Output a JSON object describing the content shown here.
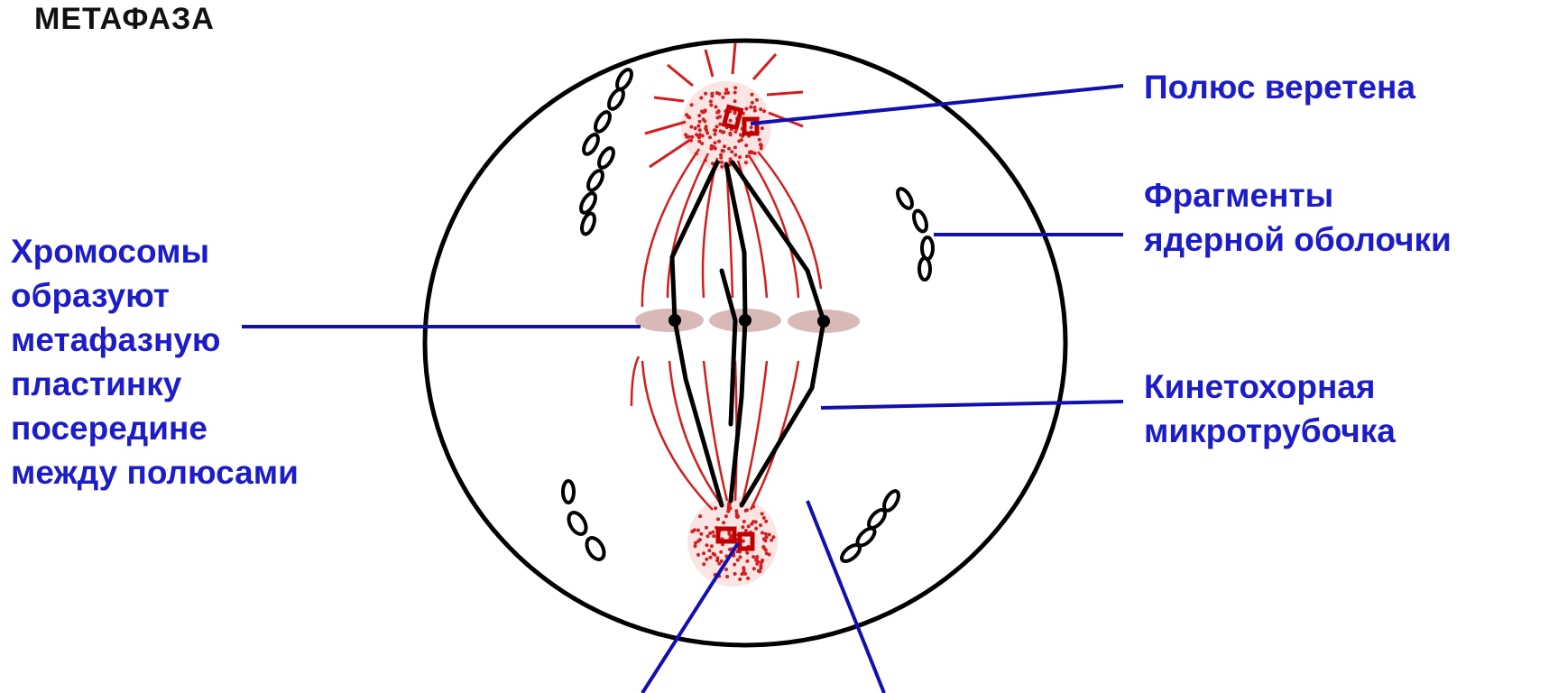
{
  "title": "МЕТАФАЗА",
  "colors": {
    "label_text": "#1c1cc8",
    "pointer_line": "#1010b0",
    "outline": "#000000",
    "spindle": "#d21e1e",
    "chromosome_plate": "#d9b8b8"
  },
  "labels": {
    "spindle_pole": [
      "Полюс веретена"
    ],
    "nuclear_fragments": [
      "Фрагменты",
      "ядерной оболочки"
    ],
    "chromosomes": [
      "Хромосомы",
      "образуют",
      "метафазную",
      "пластинку",
      "посередине",
      "между полюсами"
    ],
    "kinetochore_microtubule": [
      "Кинетохорная",
      "микротрубочка"
    ]
  }
}
